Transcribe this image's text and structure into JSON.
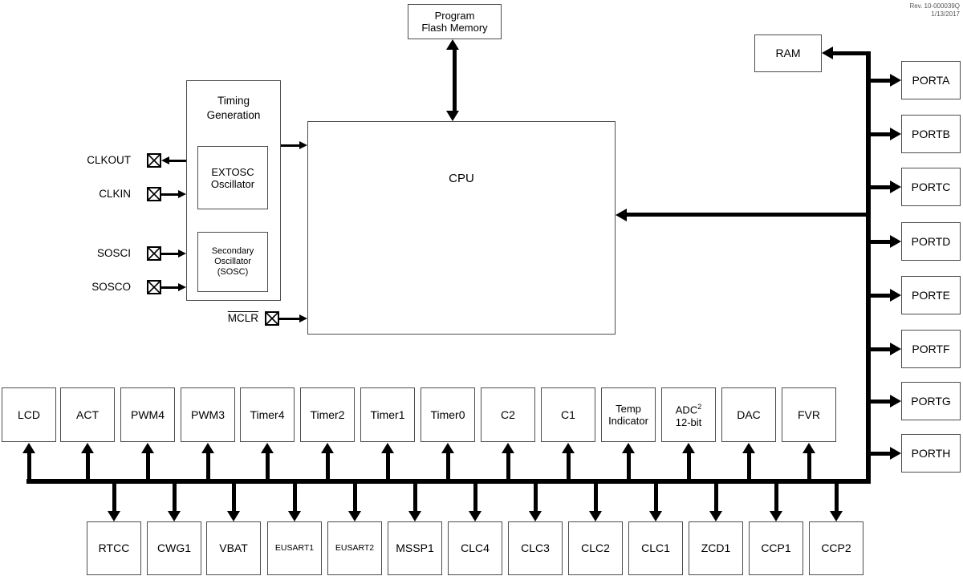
{
  "rev": {
    "line1": "Rev. 10-000039Q",
    "line2": "1/13/2017"
  },
  "memory": {
    "program_flash": {
      "line1": "Program",
      "line2": "Flash Memory"
    },
    "ram": "RAM"
  },
  "cpu": "CPU",
  "timing": {
    "title": {
      "line1": "Timing",
      "line2": "Generation"
    },
    "extosc": {
      "line1": "EXTOSC",
      "line2": "Oscillator"
    },
    "sosc": {
      "line1": "Secondary",
      "line2": "Oscillator",
      "line3": "(SOSC)"
    }
  },
  "pins": {
    "clkout": "CLKOUT",
    "clkin": "CLKIN",
    "sosci": "SOSCI",
    "sosco": "SOSCO",
    "mclr": "MCLR"
  },
  "ports": [
    "PORTA",
    "PORTB",
    "PORTC",
    "PORTD",
    "PORTE",
    "PORTF",
    "PORTG",
    "PORTH"
  ],
  "mid_row": [
    {
      "label": "LCD"
    },
    {
      "label": "ACT"
    },
    {
      "label": "PWM4"
    },
    {
      "label": "PWM3"
    },
    {
      "label": "Timer4"
    },
    {
      "label": "Timer2"
    },
    {
      "label": "Timer1"
    },
    {
      "label": "Timer0"
    },
    {
      "label": "C2"
    },
    {
      "label": "C1"
    },
    {
      "line1": "Temp",
      "line2": "Indicator"
    },
    {
      "line1": "ADC",
      "sup": "2",
      "line2": "12-bit"
    },
    {
      "label": "DAC"
    },
    {
      "label": "FVR"
    }
  ],
  "bottom_row": [
    "RTCC",
    "CWG1",
    "VBAT",
    "EUSART1",
    "EUSART2",
    "MSSP1",
    "CLC4",
    "CLC3",
    "CLC2",
    "CLC1",
    "ZCD1",
    "CCP1",
    "CCP2"
  ],
  "colors": {
    "bus": "#000000",
    "box_border": "#4d4d4d",
    "text": "#000000",
    "background": "#ffffff"
  }
}
